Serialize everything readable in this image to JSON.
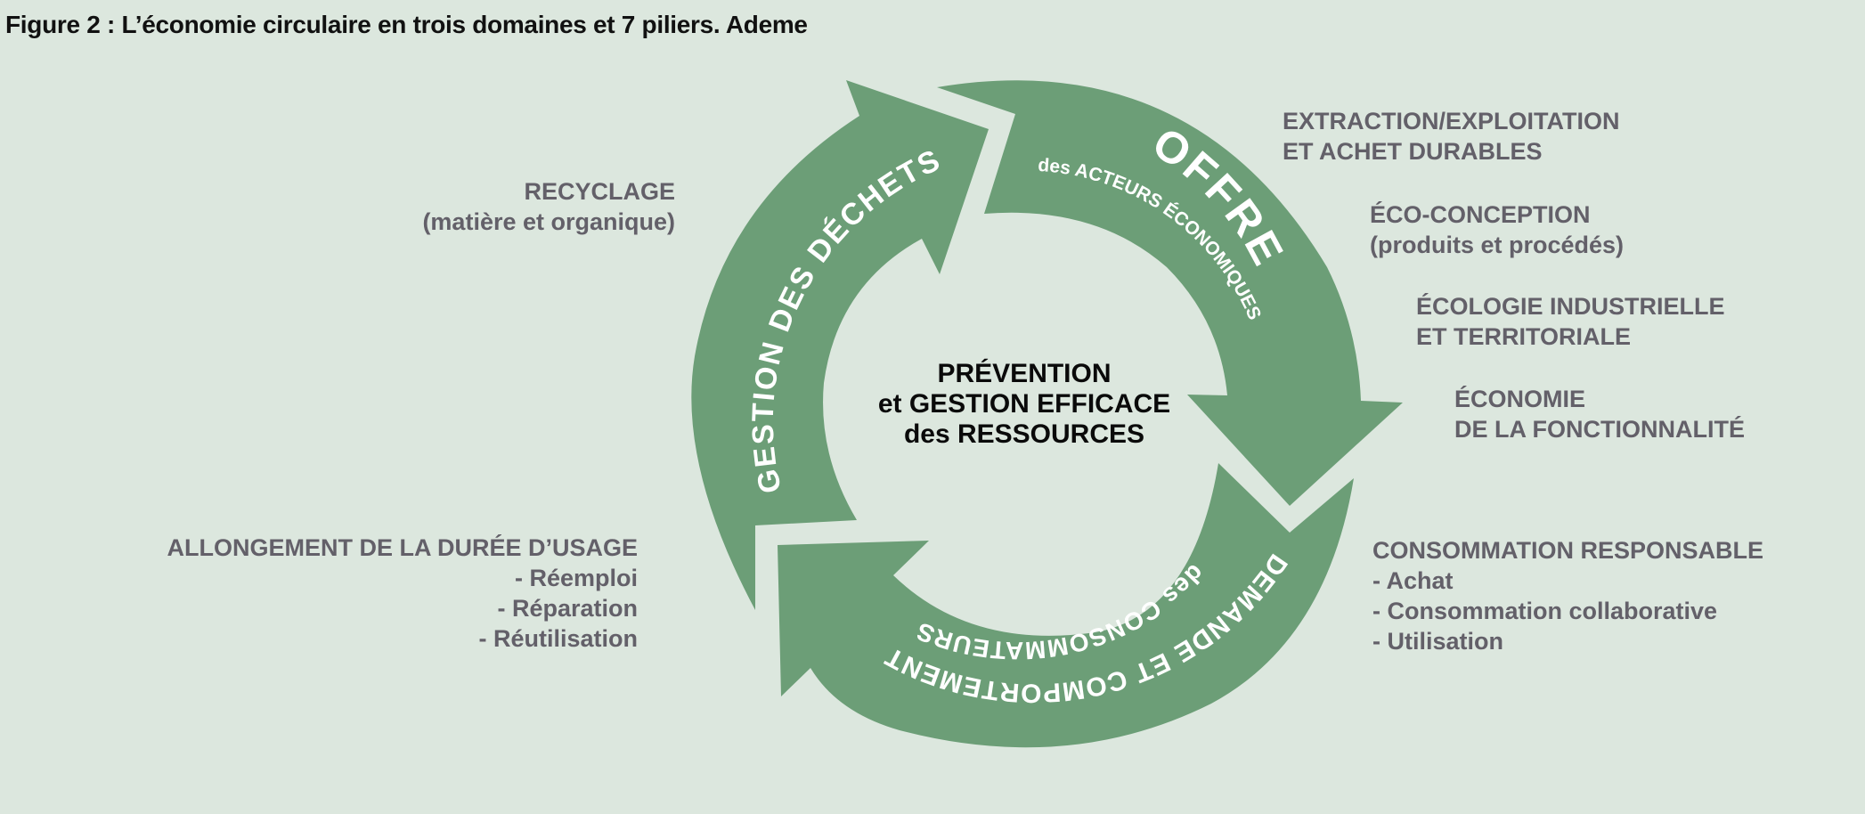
{
  "title": "Figure 2 : L’économie circulaire en trois domaines et 7 piliers. Ademe",
  "colors": {
    "background": "#dce7de",
    "arrow_fill": "#6c9e77",
    "label_text": "#636069",
    "center_text": "#0a0a0a"
  },
  "center": {
    "lines": [
      "PRÉVENTION",
      "et GESTION EFFICACE",
      "des RESSOURCES"
    ]
  },
  "domains": {
    "offre": {
      "main": "OFFRE",
      "sub": "des ACTEURS ÉCONOMIQUES"
    },
    "demande": {
      "main": "DEMANDE ET COMPORTEMENT",
      "sub": "des CONSOMMATEURS"
    },
    "dechets": {
      "main": "GESTION DES DÉCHETS"
    }
  },
  "pillars": {
    "extraction": [
      "EXTRACTION/EXPLOITATION",
      "ET ACHET DURABLES"
    ],
    "eco_conception": [
      "ÉCO-CONCEPTION",
      "(produits et procédés)"
    ],
    "ecologie": [
      "ÉCOLOGIE INDUSTRIELLE",
      "ET TERRITORIALE"
    ],
    "economie": [
      "ÉCONOMIE",
      "DE LA FONCTIONNALITÉ"
    ],
    "consommation": [
      "CONSOMMATION RESPONSABLE",
      "- Achat",
      "- Consommation collaborative",
      "- Utilisation"
    ],
    "allongement": [
      "ALLONGEMENT DE LA DURÉE D’USAGE",
      "- Réemploi",
      "- Réparation",
      "- Réutilisation"
    ],
    "recyclage": [
      "RECYCLAGE",
      "(matière et organique)"
    ]
  }
}
